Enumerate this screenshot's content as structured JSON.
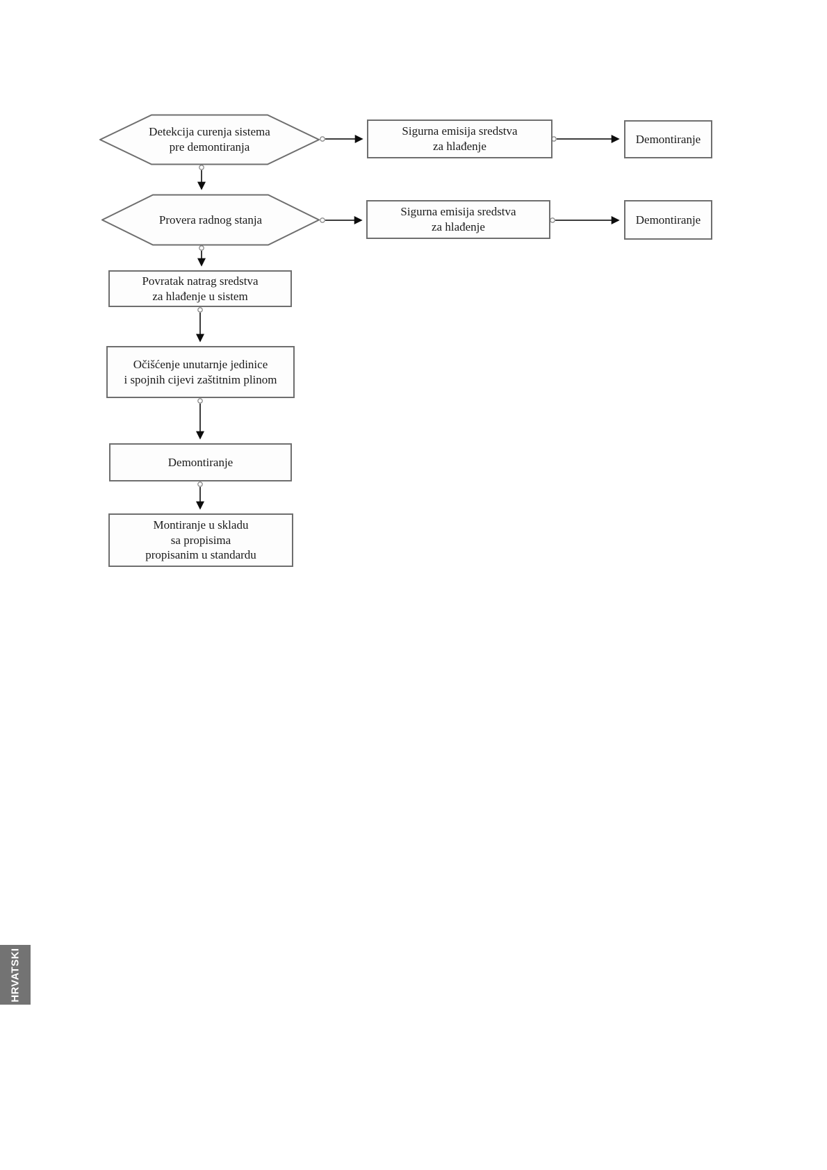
{
  "diagram": {
    "type": "flowchart",
    "nodes": {
      "detekcija": {
        "shape": "hexagon",
        "label": "Detekcija curenja sistema\npre demontiranja"
      },
      "sigurna_1": {
        "shape": "rect",
        "label": "Sigurna emisija sredstva\nza hlađenje"
      },
      "demontiranje_1": {
        "shape": "rect",
        "label": "Demontiranje"
      },
      "provera": {
        "shape": "hexagon",
        "label": "Provera radnog stanja"
      },
      "sigurna_2": {
        "shape": "rect",
        "label": "Sigurna emisija sredstva\nza hlađenje"
      },
      "demontiranje_2": {
        "shape": "rect",
        "label": "Demontiranje"
      },
      "povratak": {
        "shape": "rect",
        "label": "Povratak natrag sredstva\nza hlađenje u sistem"
      },
      "ociscenje": {
        "shape": "rect",
        "label": "Očišćenje unutarnje jedinice\ni spojnih cijevi zaštitnim plinom"
      },
      "demontiranje_3": {
        "shape": "rect",
        "label": "Demontiranje"
      },
      "montiranje": {
        "shape": "rect",
        "label": "Montiranje u skladu\nsa propisima\npropisanim u standardu"
      }
    },
    "edges": [
      {
        "from": "detekcija",
        "to": "sigurna_1"
      },
      {
        "from": "sigurna_1",
        "to": "demontiranje_1"
      },
      {
        "from": "detekcija",
        "to": "provera"
      },
      {
        "from": "provera",
        "to": "sigurna_2"
      },
      {
        "from": "sigurna_2",
        "to": "demontiranje_2"
      },
      {
        "from": "provera",
        "to": "povratak"
      },
      {
        "from": "povratak",
        "to": "ociscenje"
      },
      {
        "from": "ociscenje",
        "to": "demontiranje_3"
      },
      {
        "from": "demontiranje_3",
        "to": "montiranje"
      }
    ],
    "colors": {
      "node_border": "#6e6e6e",
      "arrow_line": "#3d3d3d",
      "arrowhead": "#0d0d0d",
      "text": "#1a1a1a",
      "background": "#ffffff"
    }
  },
  "language_tab": {
    "label": "HRVATSKI",
    "background": "#737373",
    "text_color": "#ffffff"
  }
}
